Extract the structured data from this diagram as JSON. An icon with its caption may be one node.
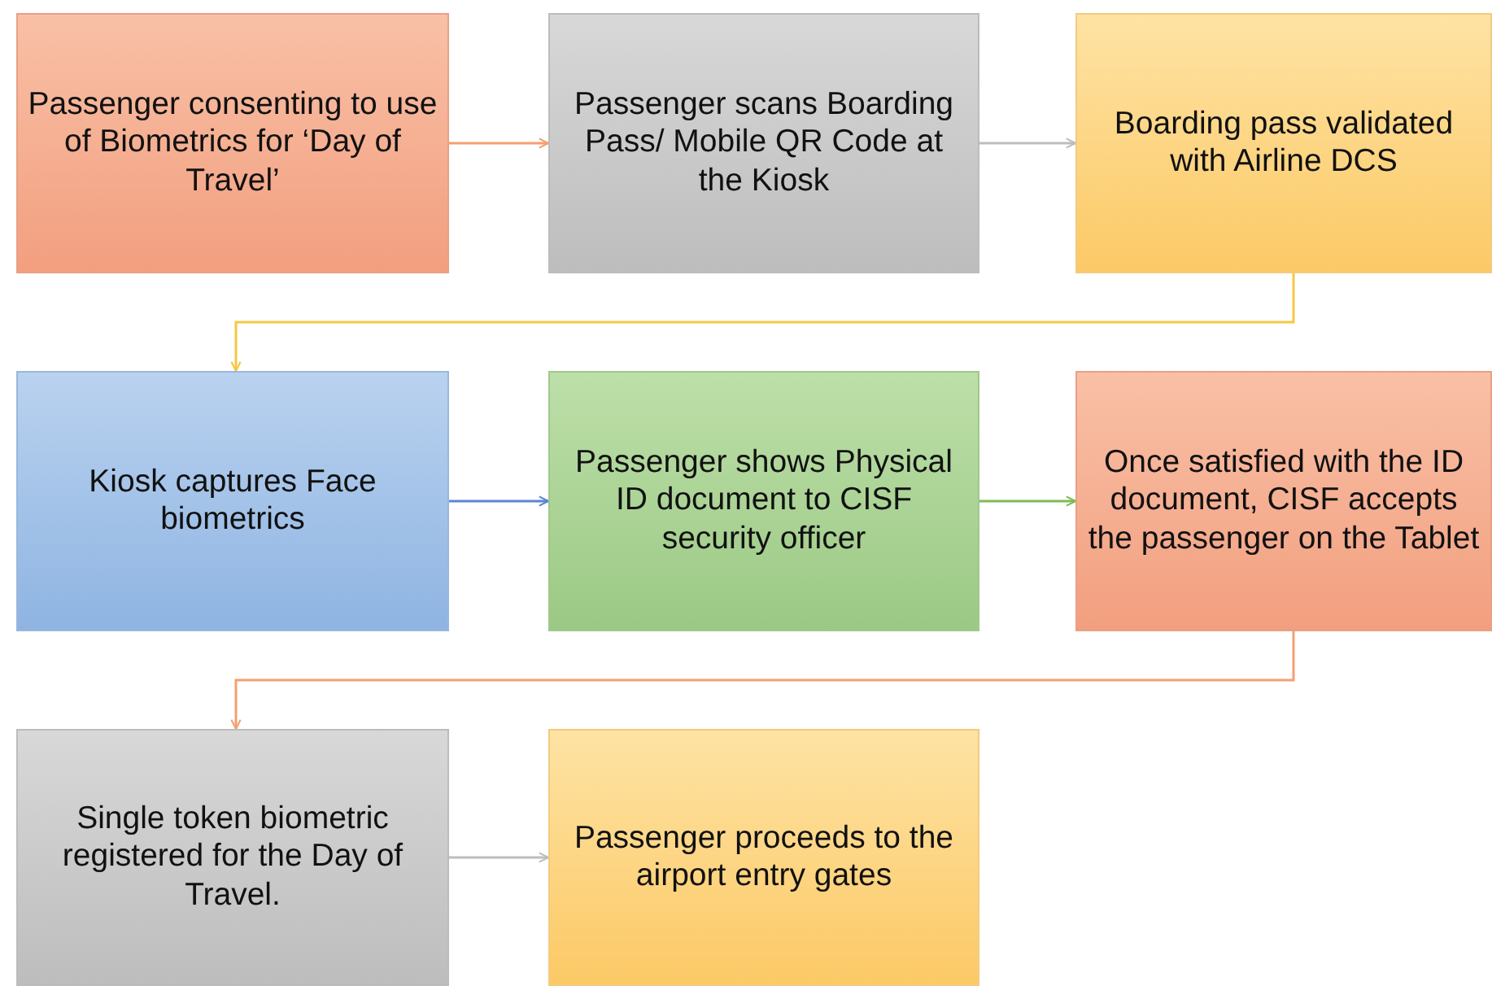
{
  "diagram": {
    "nodes": [
      {
        "text": [
          "Passenger consenting to use of Biometrics for ‘Day of Travel’"
        ]
      },
      {
        "text": [
          "Passenger scans Boarding Pass/ Mobile QR Code at the Kiosk"
        ]
      },
      {
        "text": [
          "Boarding pass validated with Airline DCS"
        ]
      },
      {
        "text": [
          "Kiosk captures Face biometrics"
        ]
      },
      {
        "text": [
          "Passenger shows Physical ID document to CISF security officer"
        ]
      },
      {
        "text": [
          "Once satisfied with the ID document, CISF accepts the passenger on the Tablet"
        ]
      },
      {
        "text": [
          "Single token biometric registered for the Day of Travel."
        ]
      },
      {
        "text": [
          "Passenger proceeds to the airport entry gates"
        ]
      }
    ],
    "edges": [
      {
        "from": 0,
        "to": 1,
        "arrow": "to",
        "color": "#f4a070"
      },
      {
        "from": 1,
        "to": 2,
        "arrow": "to",
        "color": "#bdbdbd"
      },
      {
        "from": 2,
        "to": 3,
        "arrow": "to",
        "color": "#f7c744"
      },
      {
        "from": 3,
        "to": 4,
        "arrow": "to",
        "color": "#5b86d4"
      },
      {
        "from": 4,
        "to": 5,
        "arrow": "to",
        "color": "#7dbb55"
      },
      {
        "from": 5,
        "to": 6,
        "arrow": "to",
        "color": "#f4a070"
      },
      {
        "from": 6,
        "to": 7,
        "arrow": "to",
        "color": "#bdbdbd"
      }
    ]
  }
}
